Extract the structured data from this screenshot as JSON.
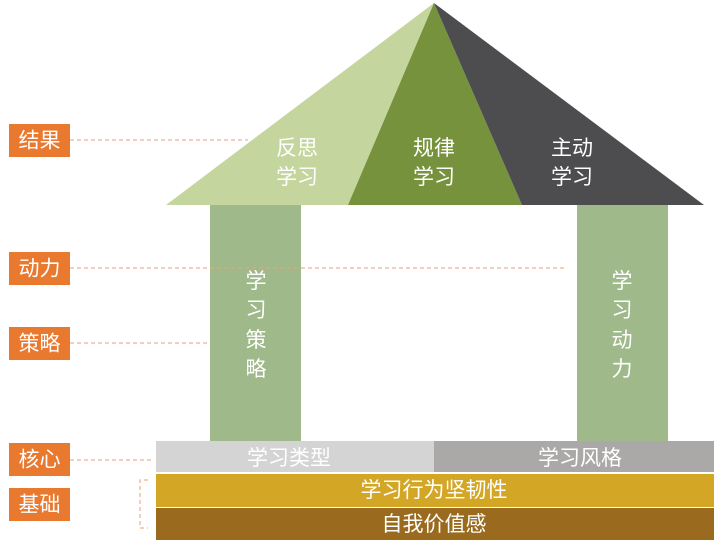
{
  "side_labels": {
    "result": "结果",
    "motivation": "动力",
    "strategy": "策略",
    "core": "核心",
    "foundation": "基础"
  },
  "roof": {
    "left": [
      "反思",
      "学习"
    ],
    "middle": [
      "规律",
      "学习"
    ],
    "right": [
      "主动",
      "学习"
    ]
  },
  "pillars": {
    "left": [
      "学",
      "习",
      "策",
      "略"
    ],
    "right": [
      "学",
      "习",
      "动",
      "力"
    ]
  },
  "core": {
    "left": "学习类型",
    "right": "学习风格"
  },
  "foundation": {
    "upper": "学习行为坚韧性",
    "lower": "自我价值感"
  },
  "colors": {
    "label_bg": "#E8792F",
    "roof_light": "#C4D59E",
    "roof_mid": "#76923C",
    "roof_dark": "#4D4D4F",
    "pillar": "#9FB98A",
    "core_left": "#D4D4D4",
    "core_right": "#ABA8A8",
    "foundation_upper": "#D4A626",
    "foundation_lower": "#9A6B1E",
    "dash": "#E9A27A"
  }
}
